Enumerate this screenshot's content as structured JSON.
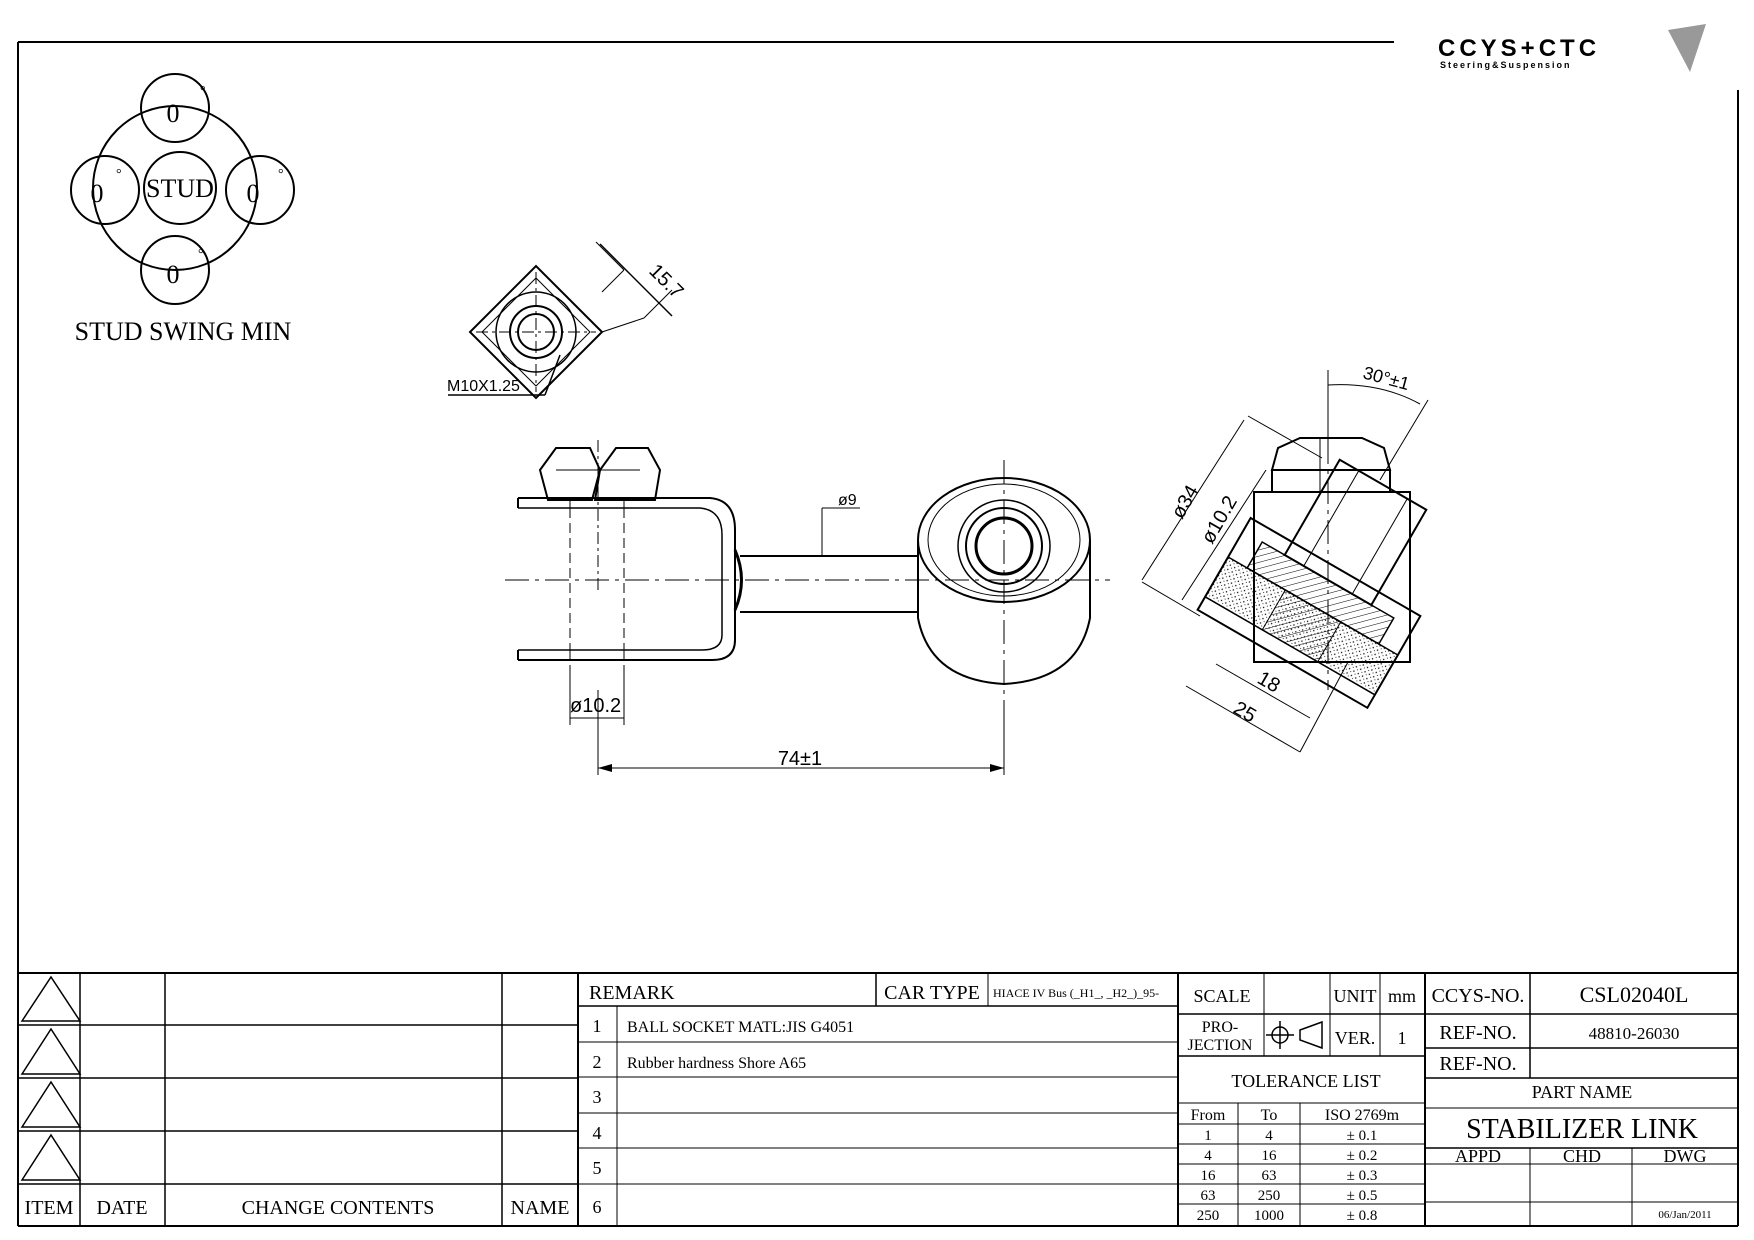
{
  "logo": {
    "name": "CCYS+CTC",
    "sub": "Steering&Suspension"
  },
  "stud_swing": {
    "top": "0",
    "left": "0",
    "right": "0",
    "bottom": "0",
    "degree": "°",
    "center": "STUD",
    "caption": "STUD SWING MIN"
  },
  "dims": {
    "hex": "15.7",
    "thread": "M10X1.25",
    "rod_dia": "ø9",
    "socket_hole": "ø10.2",
    "length": "74±1",
    "angle": "30°±1",
    "bush_od": "ø34",
    "bush_id": "ø10.2",
    "inner_w": "18",
    "outer_w": "25"
  },
  "title_block": {
    "rev_headers": {
      "item": "ITEM",
      "date": "DATE",
      "change": "CHANGE CONTENTS",
      "name": "NAME"
    },
    "remark_label": "REMARK",
    "car_type_label": "CAR TYPE",
    "car_type": "HIACE IV Bus (_H1_, _H2_)_95-",
    "remarks": [
      {
        "no": "1",
        "text": "BALL SOCKET MATL:JIS G4051"
      },
      {
        "no": "2",
        "text": "Rubber hardness Shore A65"
      },
      {
        "no": "3",
        "text": ""
      },
      {
        "no": "4",
        "text": ""
      },
      {
        "no": "5",
        "text": ""
      },
      {
        "no": "6",
        "text": ""
      }
    ],
    "scale_label": "SCALE",
    "unit_label": "UNIT",
    "unit": "mm",
    "projection_label_1": "PRO-",
    "projection_label_2": "JECTION",
    "ver_label": "VER.",
    "ver": "1",
    "tolerance_title": "TOLERANCE LIST",
    "tolerance_headers": {
      "from": "From",
      "to": "To",
      "iso": "ISO 2769m"
    },
    "tolerance_rows": [
      {
        "from": "1",
        "to": "4",
        "tol": "± 0.1"
      },
      {
        "from": "4",
        "to": "16",
        "tol": "± 0.2"
      },
      {
        "from": "16",
        "to": "63",
        "tol": "± 0.3"
      },
      {
        "from": "63",
        "to": "250",
        "tol": "± 0.5"
      },
      {
        "from": "250",
        "to": "1000",
        "tol": "± 0.8"
      }
    ],
    "ccys_no_label": "CCYS-NO.",
    "ccys_no": "CSL02040L",
    "ref_no_label": "REF-NO.",
    "ref_no": "48810-26030",
    "ref_no2_label": "REF-NO.",
    "ref_no2": "",
    "part_name_label": "PART NAME",
    "part_name": "STABILIZER LINK",
    "appd_label": "APPD",
    "chd_label": "CHD",
    "dwg_label": "DWG",
    "date": "06/Jan/2011"
  }
}
